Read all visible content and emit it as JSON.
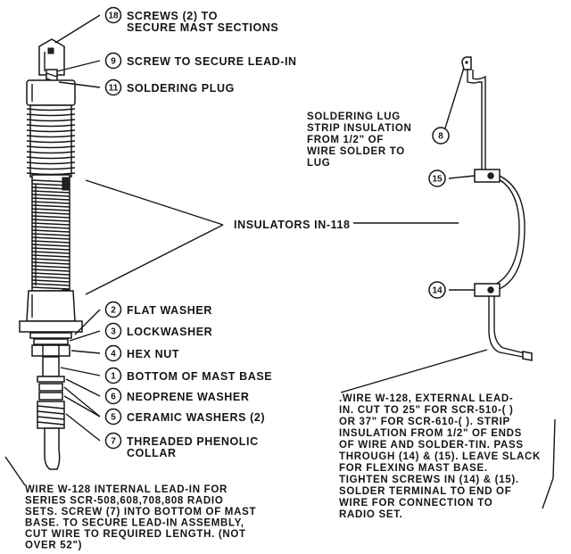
{
  "callouts": [
    {
      "num": "18",
      "text": [
        "SCREWS (2) TO",
        "SECURE MAST SECTIONS"
      ]
    },
    {
      "num": "9",
      "text": [
        "SCREW TO SECURE LEAD-IN"
      ]
    },
    {
      "num": "11",
      "text": [
        "SOLDERING PLUG"
      ]
    },
    {
      "num": "2",
      "text": [
        "FLAT WASHER"
      ]
    },
    {
      "num": "3",
      "text": [
        "LOCKWASHER"
      ]
    },
    {
      "num": "4",
      "text": [
        "HEX NUT"
      ]
    },
    {
      "num": "1",
      "text": [
        "BOTTOM OF MAST BASE"
      ]
    },
    {
      "num": "6",
      "text": [
        "NEOPRENE WASHER"
      ]
    },
    {
      "num": "5",
      "text": [
        "CERAMIC WASHERS (2)"
      ]
    },
    {
      "num": "7",
      "text": [
        "THREADED PHENOLIC",
        "COLLAR"
      ]
    }
  ],
  "insulators_label": "INSULATORS IN-118",
  "soldering_lug": {
    "num": "8",
    "text": [
      "SOLDERING LUG",
      "STRIP INSULATION",
      "FROM 1/2\" OF",
      "WIRE SOLDER TO",
      "LUG"
    ]
  },
  "clamps": {
    "upper": "15",
    "lower": "14"
  },
  "external_note": [
    ".WIRE W-128, EXTERNAL LEAD-",
    "IN. CUT TO 25\" FOR SCR-510-( )",
    "OR 37\" FOR SCR-610-( ). STRIP",
    "INSULATION FROM 1/2\" OF ENDS",
    "OF WIRE AND SOLDER-TIN. PASS",
    "THROUGH (14) & (15). LEAVE SLACK",
    "FOR FLEXING MAST BASE.",
    "TIGHTEN SCREWS IN (14) & (15).",
    "SOLDER TERMINAL TO END OF",
    "WIRE FOR CONNECTION TO",
    "RADIO SET."
  ],
  "internal_note": [
    "WIRE W-128 INTERNAL LEAD-IN FOR",
    "SERIES SCR-508,608,708,808 RADIO",
    "SETS. SCREW (7) INTO BOTTOM OF MAST",
    "BASE. TO SECURE LEAD-IN ASSEMBLY,",
    "CUT WIRE TO REQUIRED LENGTH. (NOT",
    "OVER 52\")"
  ]
}
